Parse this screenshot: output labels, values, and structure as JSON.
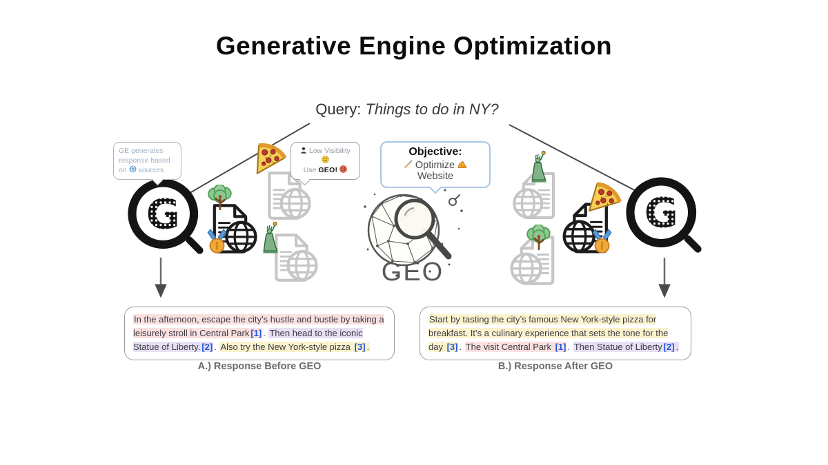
{
  "title": "Generative Engine Optimization",
  "query": {
    "label": "Query:",
    "text": "Things to do in NY?"
  },
  "ge_bubble": {
    "pre": "GE generates response based on",
    "post": "sources"
  },
  "visibility_bubble": {
    "line1": "Low Visibility",
    "line2_pre": "Use",
    "line2_bold": "GEO!"
  },
  "objective_box": {
    "title": "Objective:",
    "action": "Optimize",
    "target": "Website"
  },
  "logos": {
    "g_letter": "G",
    "geo_label": "GEO"
  },
  "responses": {
    "before": {
      "caption": "A.) Response Before GEO",
      "segments": [
        {
          "t": "In the afternoon, escape the city’s hustle and bustle by taking a leisurely stroll in Central Park",
          "hl": "pink"
        },
        {
          "t": "[1]",
          "hl": "pink",
          "cite": true
        },
        {
          "t": ". ",
          "hl": ""
        },
        {
          "t": "Then head to the iconic Statue of Liberty.",
          "hl": "lavender"
        },
        {
          "t": "[2]",
          "hl": "lavender",
          "cite": true
        },
        {
          "t": ". ",
          "hl": ""
        },
        {
          "t": "Also try the New York-style pizza ",
          "hl": "yellow"
        },
        {
          "t": "[3]",
          "hl": "yellow",
          "cite": true
        },
        {
          "t": ".",
          "hl": "yellow"
        }
      ]
    },
    "after": {
      "caption": "B.) Response After GEO",
      "segments": [
        {
          "t": "Start by tasting the city’s famous New York-style pizza for breakfast. It’s a culinary experience that sets the tone for the day ",
          "hl": "yellow"
        },
        {
          "t": "[3]",
          "hl": "yellow",
          "cite": true
        },
        {
          "t": ". ",
          "hl": ""
        },
        {
          "t": "The visit Central Park ",
          "hl": "pink"
        },
        {
          "t": "[1]",
          "hl": "pink",
          "cite": true
        },
        {
          "t": ". ",
          "hl": ""
        },
        {
          "t": "Then Statue of Liberty",
          "hl": "lavender"
        },
        {
          "t": "[2]",
          "hl": "lavender",
          "cite": true
        },
        {
          "t": ".",
          "hl": "lavender"
        }
      ]
    }
  },
  "icons": {
    "generative_engine": "generative-engine-logo",
    "geo": "geo-globe-magnifier-logo",
    "document": "webpage-document-icon",
    "globe": "globe-icon",
    "tree": "central-park-tree-icon",
    "pizza": "pizza-slice-icon",
    "statue": "statue-of-liberty-icon",
    "medal": "first-place-medal-icon",
    "person": "person-icon",
    "worried_face": "worried-face-icon",
    "happy_face": "smiling-face-icon",
    "tool": "screwdriver-icon",
    "cheese": "cheese-icon",
    "arrow": "arrow-connector"
  },
  "colors": {
    "citation": "#2057d8",
    "highlight_pink": "#fbe0e0",
    "highlight_lavender": "#e6dff5",
    "highlight_yellow": "#fbf3cd",
    "objective_border": "#a9c6e8",
    "ge_bubble_text": "#9fb3c8",
    "medal_gold": "#f2a93b",
    "ribbon_blue": "#5b9bd5",
    "doc_active": "#1c1c1c",
    "doc_inactive": "#c6c6c6"
  }
}
